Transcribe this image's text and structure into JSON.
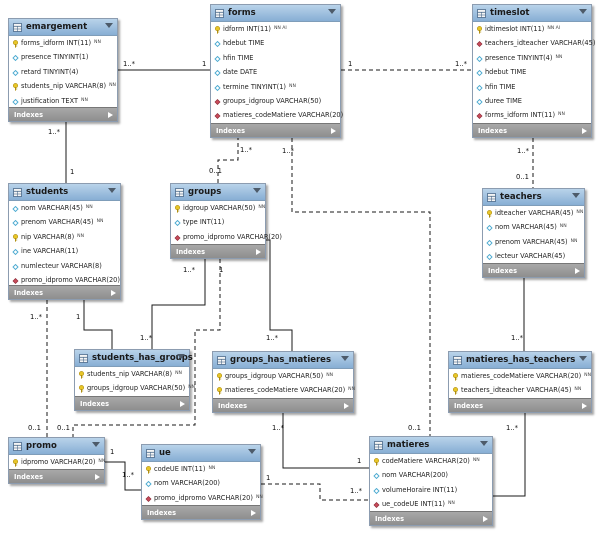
{
  "indexes_label": "Indexes",
  "colors": {
    "header_top": "#b9d3ea",
    "header_bottom": "#87aed4",
    "key": "#e8c628",
    "fk": "#c94b5a",
    "column": "#49a9d0"
  },
  "entities": [
    {
      "id": "emargement",
      "name": "emargement",
      "columns": [
        {
          "text": "forms_idform INT(11)",
          "flag": "NN",
          "icon": "key-icon"
        },
        {
          "text": "presence TINYINT(1)",
          "flag": "",
          "icon": "column-icon"
        },
        {
          "text": "retard TINYINT(4)",
          "flag": "",
          "icon": "column-icon"
        },
        {
          "text": "students_nip VARCHAR(8)",
          "flag": "NN",
          "icon": "key-icon"
        },
        {
          "text": "justification TEXT",
          "flag": "NN",
          "icon": "column-icon"
        }
      ]
    },
    {
      "id": "forms",
      "name": "forms",
      "columns": [
        {
          "text": "idform INT(11)",
          "flag": "NN AI",
          "icon": "key-icon"
        },
        {
          "text": "hdebut TIME",
          "flag": "",
          "icon": "column-icon"
        },
        {
          "text": "hfin TIME",
          "flag": "",
          "icon": "column-icon"
        },
        {
          "text": "date DATE",
          "flag": "",
          "icon": "column-icon"
        },
        {
          "text": "termine TINYINT(1)",
          "flag": "NN",
          "icon": "column-icon"
        },
        {
          "text": "groups_idgroup VARCHAR(50)",
          "flag": "",
          "icon": "fk-icon"
        },
        {
          "text": "matieres_codeMatiere VARCHAR(20)",
          "flag": "",
          "icon": "fk-icon"
        }
      ]
    },
    {
      "id": "timeslot",
      "name": "timeslot",
      "columns": [
        {
          "text": "idtimeslot INT(11)",
          "flag": "NN AI",
          "icon": "key-icon"
        },
        {
          "text": "teachers_idteacher VARCHAR(45)",
          "flag": "",
          "icon": "fk-icon"
        },
        {
          "text": "presence TINYINT(4)",
          "flag": "NN",
          "icon": "column-icon"
        },
        {
          "text": "hdebut TIME",
          "flag": "",
          "icon": "column-icon"
        },
        {
          "text": "hfin TIME",
          "flag": "",
          "icon": "column-icon"
        },
        {
          "text": "duree TIME",
          "flag": "",
          "icon": "column-icon"
        },
        {
          "text": "forms_idform INT(11)",
          "flag": "NN",
          "icon": "fk-icon"
        }
      ]
    },
    {
      "id": "students",
      "name": "students",
      "columns": [
        {
          "text": "nom VARCHAR(45)",
          "flag": "NN",
          "icon": "column-icon"
        },
        {
          "text": "prenom VARCHAR(45)",
          "flag": "NN",
          "icon": "column-icon"
        },
        {
          "text": "nip VARCHAR(8)",
          "flag": "NN",
          "icon": "key-icon"
        },
        {
          "text": "ine VARCHAR(11)",
          "flag": "",
          "icon": "column-icon"
        },
        {
          "text": "numlecteur VARCHAR(8)",
          "flag": "",
          "icon": "column-icon"
        },
        {
          "text": "promo_idpromo VARCHAR(20)",
          "flag": "",
          "icon": "fk-icon"
        }
      ]
    },
    {
      "id": "groups",
      "name": "groups",
      "columns": [
        {
          "text": "idgroup VARCHAR(50)",
          "flag": "NN",
          "icon": "key-icon"
        },
        {
          "text": "type INT(11)",
          "flag": "",
          "icon": "column-icon"
        },
        {
          "text": "promo_idpromo VARCHAR(20)",
          "flag": "",
          "icon": "fk-icon"
        }
      ]
    },
    {
      "id": "teachers",
      "name": "teachers",
      "columns": [
        {
          "text": "idteacher VARCHAR(45)",
          "flag": "NN",
          "icon": "key-icon"
        },
        {
          "text": "nom VARCHAR(45)",
          "flag": "NN",
          "icon": "column-icon"
        },
        {
          "text": "prenom VARCHAR(45)",
          "flag": "NN",
          "icon": "column-icon"
        },
        {
          "text": "lecteur VARCHAR(45)",
          "flag": "",
          "icon": "column-icon"
        }
      ]
    },
    {
      "id": "students_has_groups",
      "name": "students_has_groups",
      "columns": [
        {
          "text": "students_nip VARCHAR(8)",
          "flag": "NN",
          "icon": "key-icon"
        },
        {
          "text": "groups_idgroup VARCHAR(50)",
          "flag": "NN",
          "icon": "key-icon"
        }
      ]
    },
    {
      "id": "groups_has_matieres",
      "name": "groups_has_matieres",
      "columns": [
        {
          "text": "groups_idgroup VARCHAR(50)",
          "flag": "NN",
          "icon": "key-icon"
        },
        {
          "text": "matieres_codeMatiere VARCHAR(20)",
          "flag": "NN",
          "icon": "key-icon"
        }
      ]
    },
    {
      "id": "matieres_has_teachers",
      "name": "matieres_has_teachers",
      "columns": [
        {
          "text": "matieres_codeMatiere VARCHAR(20)",
          "flag": "NN",
          "icon": "key-icon"
        },
        {
          "text": "teachers_idteacher VARCHAR(45)",
          "flag": "NN",
          "icon": "key-icon"
        }
      ]
    },
    {
      "id": "promo",
      "name": "promo",
      "columns": [
        {
          "text": "idpromo VARCHAR(20)",
          "flag": "NN",
          "icon": "key-icon"
        }
      ]
    },
    {
      "id": "ue",
      "name": "ue",
      "columns": [
        {
          "text": "codeUE INT(11)",
          "flag": "NN",
          "icon": "key-icon"
        },
        {
          "text": "nom VARCHAR(200)",
          "flag": "",
          "icon": "column-icon"
        },
        {
          "text": "promo_idpromo VARCHAR(20)",
          "flag": "NN",
          "icon": "fk-icon"
        }
      ]
    },
    {
      "id": "matieres",
      "name": "matieres",
      "columns": [
        {
          "text": "codeMatiere VARCHAR(20)",
          "flag": "NN",
          "icon": "key-icon"
        },
        {
          "text": "nom VARCHAR(200)",
          "flag": "",
          "icon": "column-icon"
        },
        {
          "text": "volumeHoraire INT(11)",
          "flag": "",
          "icon": "column-icon"
        },
        {
          "text": "ue_codeUE INT(11)",
          "flag": "NN",
          "icon": "fk-icon"
        }
      ]
    }
  ],
  "relationships": [
    {
      "id": "emargement-forms",
      "style": "solid"
    },
    {
      "id": "timeslot-forms",
      "style": "dashed"
    },
    {
      "id": "students-emargement",
      "style": "solid"
    },
    {
      "id": "groups-forms",
      "style": "dashed"
    },
    {
      "id": "matieres-forms",
      "style": "dashed"
    },
    {
      "id": "teachers-timeslot",
      "style": "dashed"
    },
    {
      "id": "students-students_has_groups",
      "style": "solid"
    },
    {
      "id": "groups-students_has_groups",
      "style": "solid"
    },
    {
      "id": "groups-groups_has_matieres",
      "style": "solid"
    },
    {
      "id": "teachers-matieres_has_teachers",
      "style": "solid"
    },
    {
      "id": "promo-students",
      "style": "dashed"
    },
    {
      "id": "promo-groups",
      "style": "dashed"
    },
    {
      "id": "promo-ue",
      "style": "solid"
    },
    {
      "id": "ue-matieres",
      "style": "dashed"
    },
    {
      "id": "matieres-groups_has_matieres",
      "style": "solid"
    },
    {
      "id": "matieres-matieres_has_teachers",
      "style": "solid"
    }
  ],
  "cardinalities": [
    {
      "id": "c-emarg-1",
      "text": "1..*"
    },
    {
      "id": "c-forms-1",
      "text": "1"
    },
    {
      "id": "c-forms-2",
      "text": "1"
    },
    {
      "id": "c-timeslot-1",
      "text": "1..*"
    },
    {
      "id": "c-emarg-2",
      "text": "1..*"
    },
    {
      "id": "c-students-1",
      "text": "1"
    },
    {
      "id": "c-forms-3",
      "text": "0..1"
    },
    {
      "id": "c-forms-4",
      "text": "1..*"
    },
    {
      "id": "c-forms-5",
      "text": "1..*"
    },
    {
      "id": "c-timeslot-2",
      "text": "1..*"
    },
    {
      "id": "c-teachers-1",
      "text": "0..1"
    },
    {
      "id": "c-groups-1",
      "text": "1..*"
    },
    {
      "id": "c-groups-2",
      "text": "1"
    },
    {
      "id": "c-students-2",
      "text": "1..*"
    },
    {
      "id": "c-students-3",
      "text": "1"
    },
    {
      "id": "c-shg-1",
      "text": "1..*"
    },
    {
      "id": "c-ghm-1",
      "text": "1..*"
    },
    {
      "id": "c-teachers-2",
      "text": "1..*"
    },
    {
      "id": "c-promo-1",
      "text": "0..1"
    },
    {
      "id": "c-promo-2",
      "text": "0..1"
    },
    {
      "id": "c-promo-3",
      "text": "1"
    },
    {
      "id": "c-ue-1",
      "text": "1..*"
    },
    {
      "id": "c-ghm-2",
      "text": "1..*"
    },
    {
      "id": "c-matieres-1",
      "text": "1"
    },
    {
      "id": "c-matieres-2",
      "text": "0..1"
    },
    {
      "id": "c-matieres-3",
      "text": "1..*"
    },
    {
      "id": "c-ue-2",
      "text": "1"
    },
    {
      "id": "c-mht-1",
      "text": "1..*"
    }
  ]
}
